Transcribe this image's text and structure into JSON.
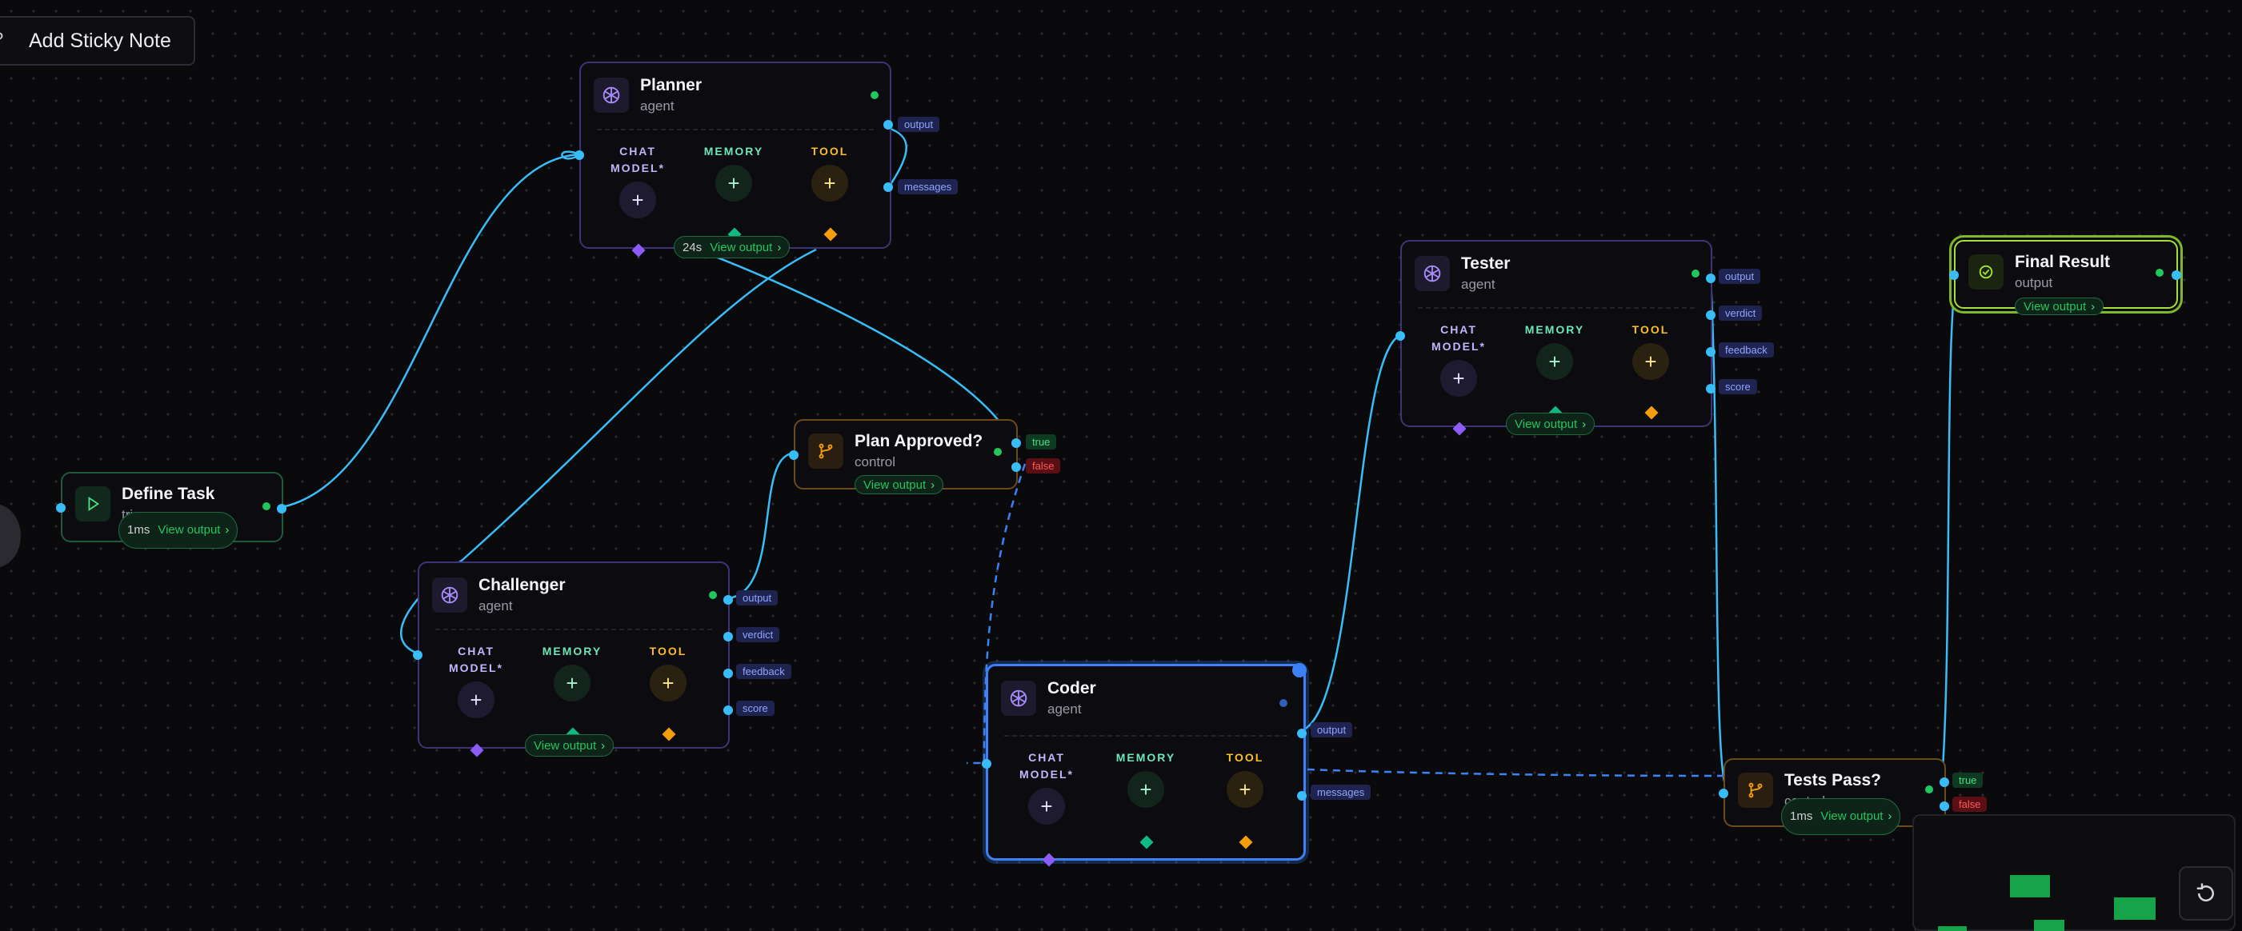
{
  "toolbar": {
    "sticky_note_label": "Add Sticky Note"
  },
  "slot_labels": {
    "chat_model": "CHAT MODEL*",
    "memory": "MEMORY",
    "tool": "TOOL"
  },
  "view_output_label": "View output",
  "nodes": {
    "planner": {
      "title": "Planner",
      "subtitle": "agent",
      "runtime": "24s",
      "outputs": [
        "output",
        "messages"
      ]
    },
    "define_task": {
      "title": "Define Task",
      "subtitle": "trigger",
      "runtime": "1ms"
    },
    "challenger": {
      "title": "Challenger",
      "subtitle": "agent",
      "outputs": [
        "output",
        "verdict",
        "feedback",
        "score"
      ]
    },
    "plan_approved": {
      "title": "Plan Approved?",
      "subtitle": "control",
      "outputs": [
        "true",
        "false"
      ]
    },
    "coder": {
      "title": "Coder",
      "subtitle": "agent",
      "outputs": [
        "output",
        "messages"
      ]
    },
    "tester": {
      "title": "Tester",
      "subtitle": "agent",
      "outputs": [
        "output",
        "verdict",
        "feedback",
        "score"
      ]
    },
    "tests_pass": {
      "title": "Tests Pass?",
      "subtitle": "control",
      "runtime": "1ms",
      "outputs": [
        "true",
        "false"
      ]
    },
    "final_result": {
      "title": "Final Result",
      "subtitle": "output"
    }
  },
  "icons": {
    "agent": "openai-logo-icon",
    "control": "branch-icon",
    "trigger": "play-icon",
    "output": "check-circle-icon",
    "add": "plus-icon",
    "reset": "reset-icon"
  },
  "colors": {
    "wire": "#38bdf8",
    "wire_dashed": "#3b82f6",
    "agent_border": "#3d3478",
    "selected_border": "#3b82f6",
    "status_ok": "#22c55e",
    "true_tag": "#4ade80",
    "false_tag": "#ff5a5a",
    "output_glow": "#a8e03a"
  }
}
